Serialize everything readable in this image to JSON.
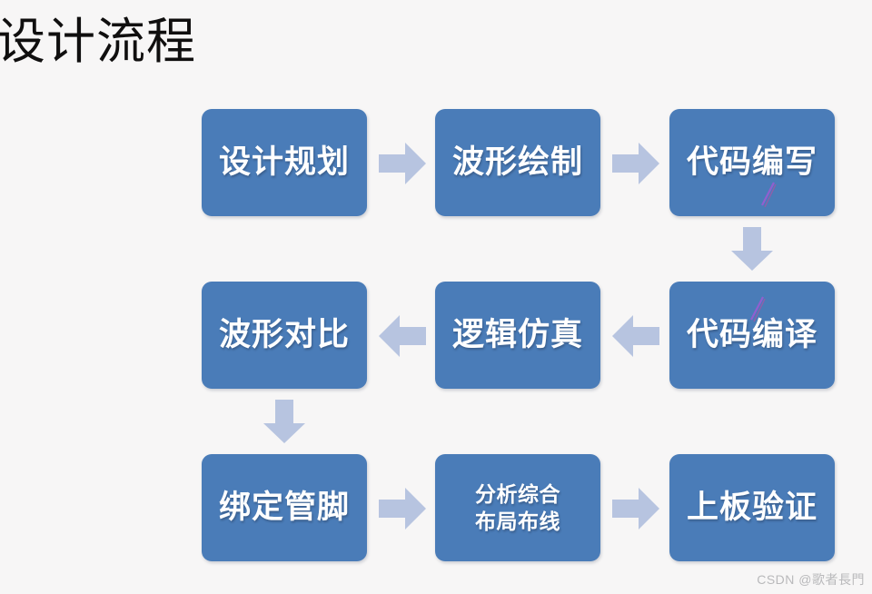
{
  "page": {
    "title": "设计流程",
    "background_color": "#f7f6f6",
    "box_color": "#4a7cb8",
    "arrow_color": "#b7c4e0",
    "text_color": "#ffffff",
    "title_color": "#100f0f"
  },
  "diagram": {
    "type": "flowchart",
    "rows": [
      {
        "direction": "right",
        "boxes": [
          {
            "label": "设计规划",
            "lines": [
              "设计规划"
            ]
          },
          {
            "label": "波形绘制",
            "lines": [
              "波形绘制"
            ]
          },
          {
            "label": "代码编写",
            "lines": [
              "代码编写"
            ]
          }
        ]
      },
      {
        "direction": "left",
        "boxes": [
          {
            "label": "波形对比",
            "lines": [
              "波形对比"
            ]
          },
          {
            "label": "逻辑仿真",
            "lines": [
              "逻辑仿真"
            ]
          },
          {
            "label": "代码编译",
            "lines": [
              "代码编译"
            ]
          }
        ]
      },
      {
        "direction": "right",
        "boxes": [
          {
            "label": "绑定管脚",
            "lines": [
              "绑定管脚"
            ]
          },
          {
            "label": "分析综合 布局布线",
            "lines": [
              "分析综合",
              "布局布线"
            ]
          },
          {
            "label": "上板验证",
            "lines": [
              "上板验证"
            ]
          }
        ]
      }
    ],
    "connectors": [
      {
        "name": "arrow-r1-1",
        "direction": "right"
      },
      {
        "name": "arrow-r1-2",
        "direction": "right"
      },
      {
        "name": "arrow-down-right",
        "direction": "down"
      },
      {
        "name": "arrow-r2-1",
        "direction": "left"
      },
      {
        "name": "arrow-r2-2",
        "direction": "left"
      },
      {
        "name": "arrow-down-left",
        "direction": "down"
      },
      {
        "name": "arrow-r3-1",
        "direction": "right"
      },
      {
        "name": "arrow-r3-2",
        "direction": "right"
      }
    ]
  },
  "watermark": {
    "text": "CSDN @歌者長門"
  }
}
